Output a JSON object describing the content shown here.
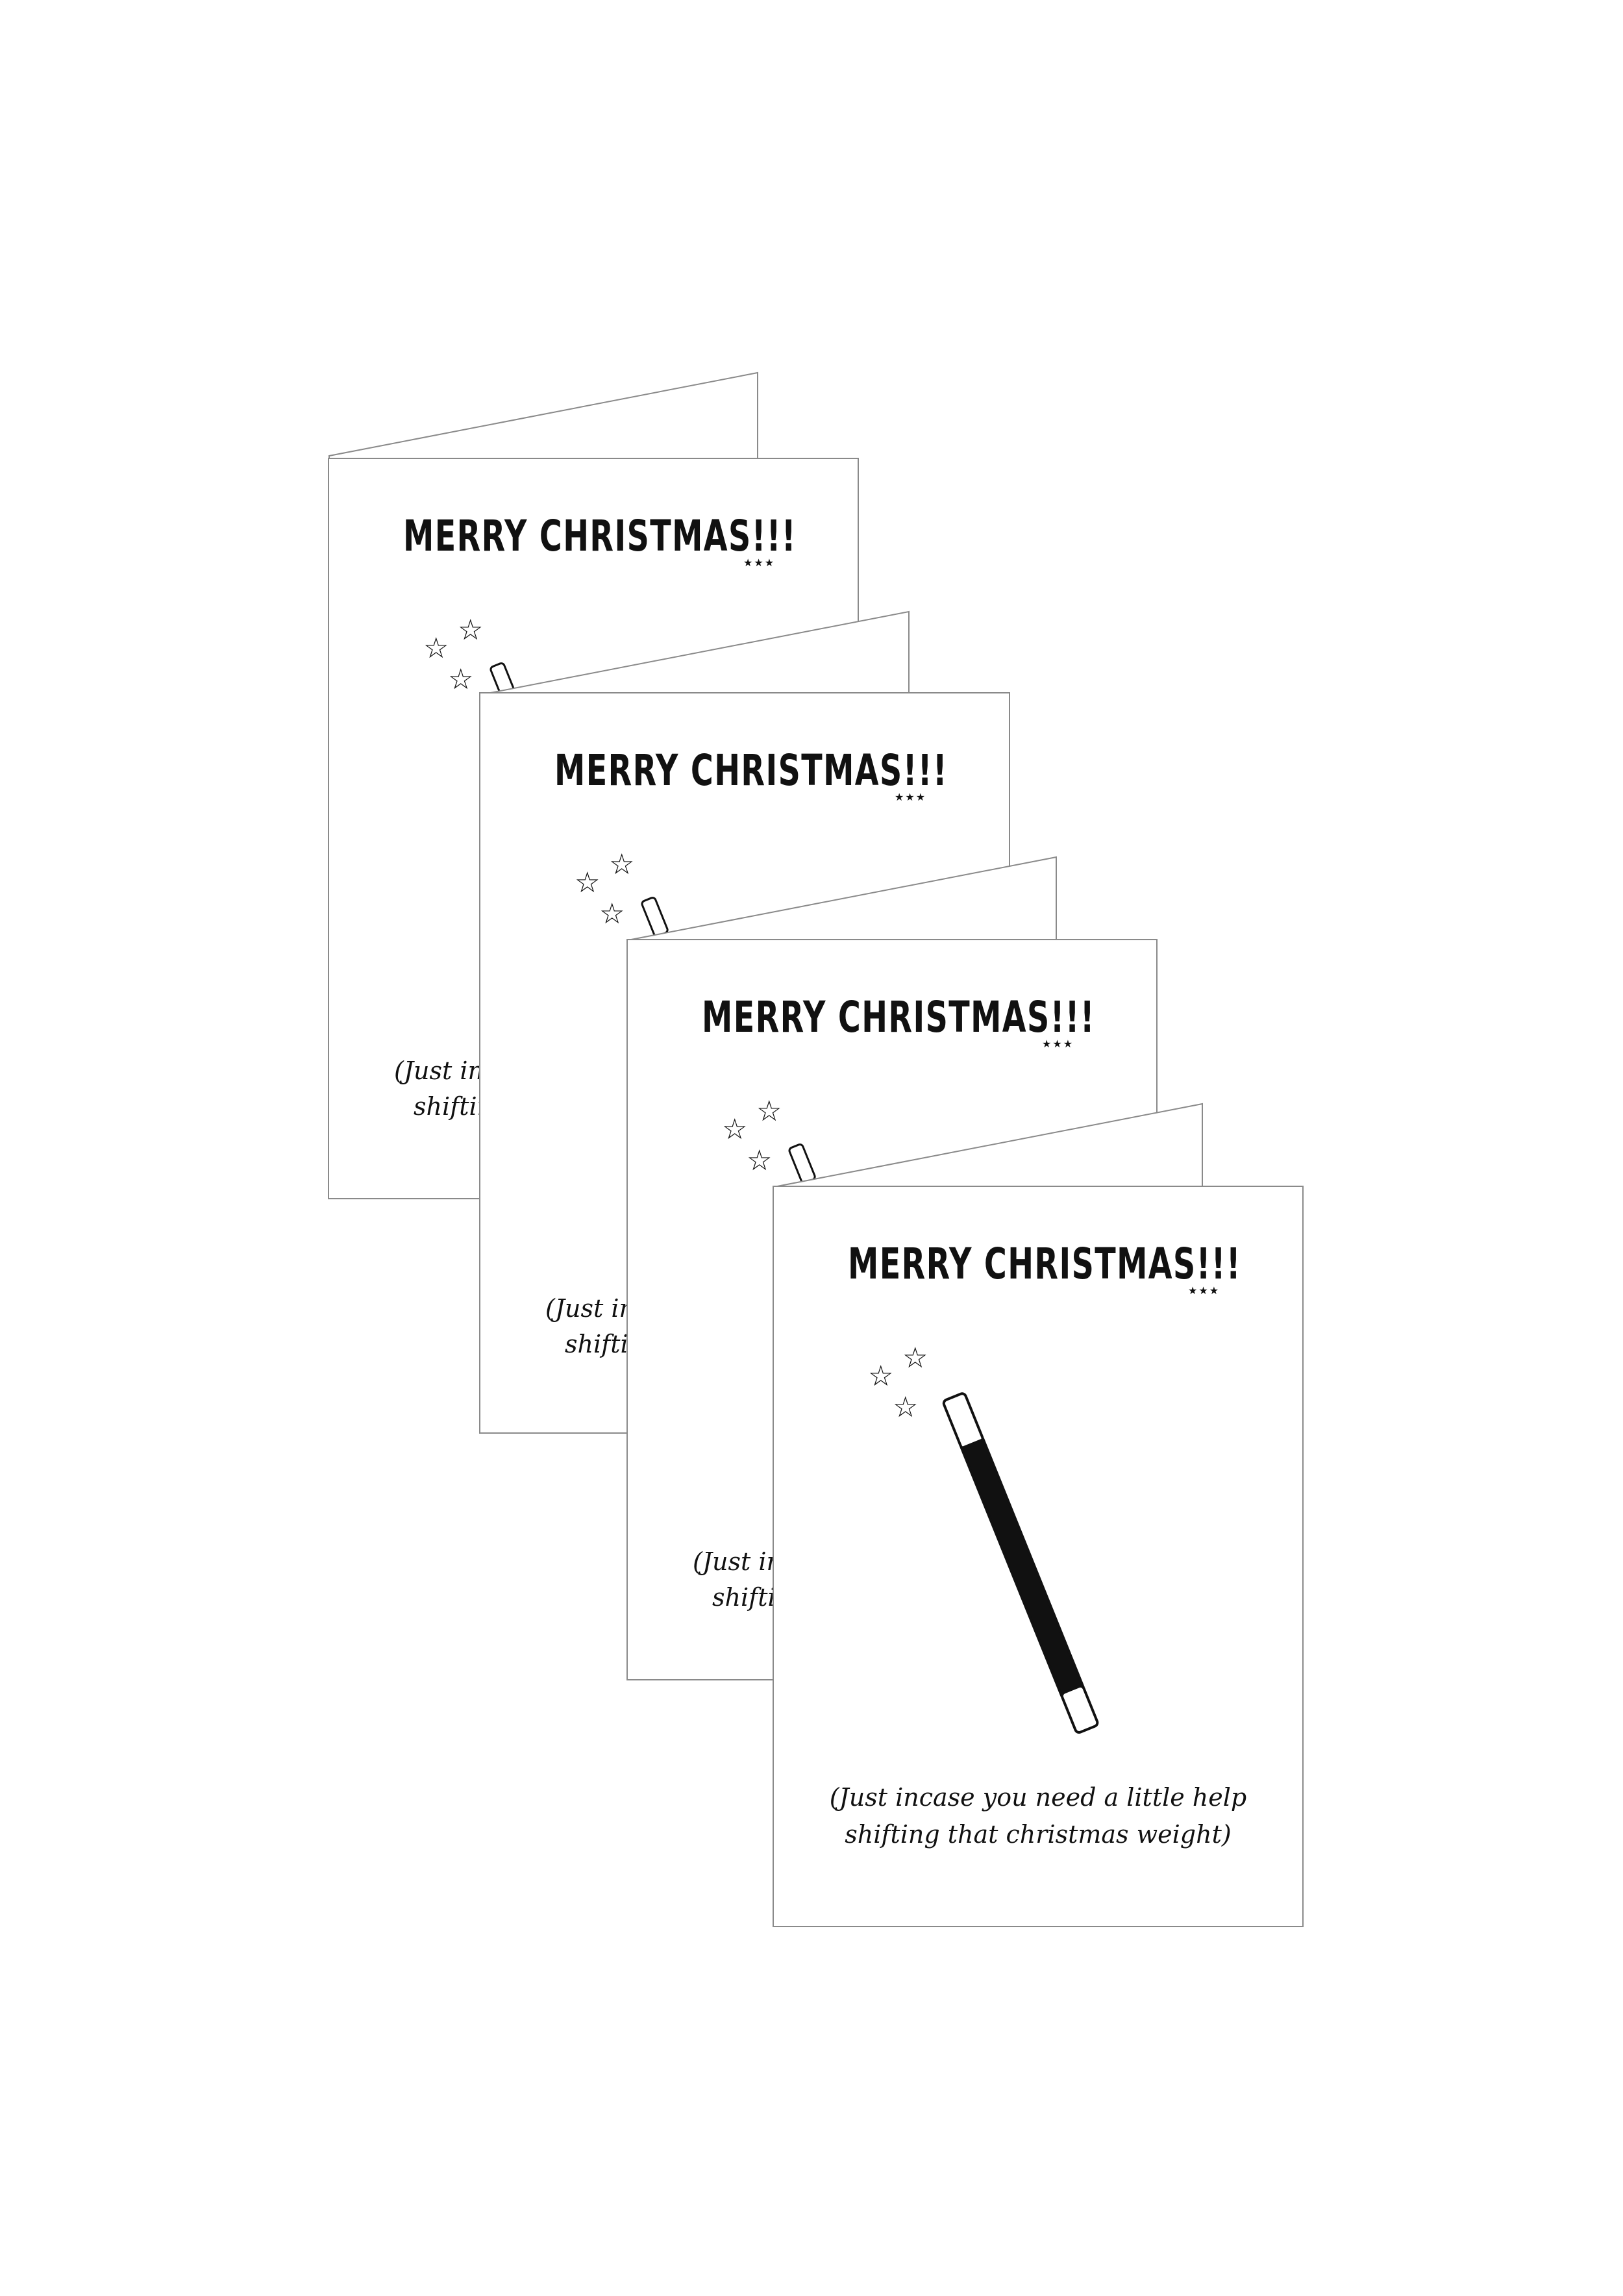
{
  "card": {
    "title": "MERRY CHRISTMAS",
    "exclaim": "!!!",
    "mini_stars": "★★★",
    "star_glyph": "☆",
    "message_line1": "(Just incase you need a little help",
    "message_line2": "shifting that christmas weight)"
  },
  "colors": {
    "outline": "#8a8a8a",
    "ink": "#111111",
    "background": "#ffffff"
  }
}
